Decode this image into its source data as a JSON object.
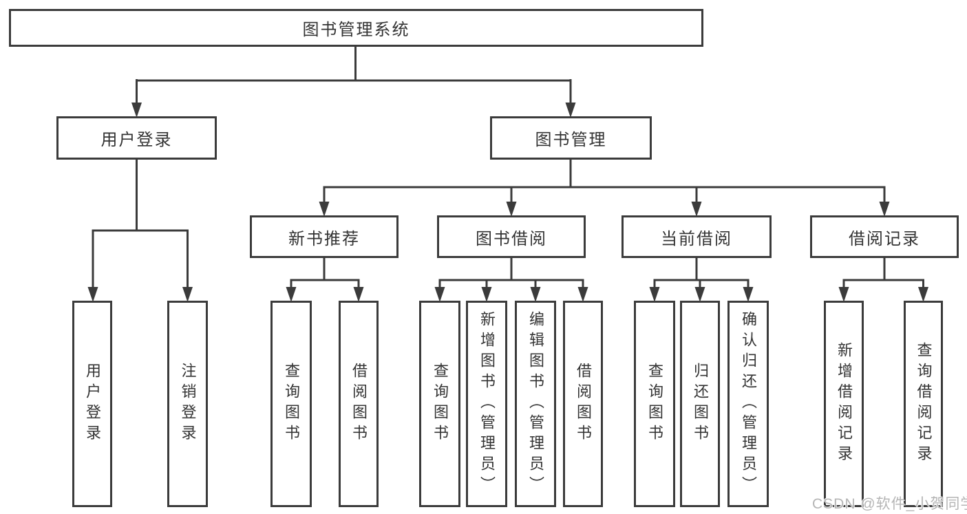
{
  "diagram_title": "图书管理系统",
  "colors": {
    "line": "#3b3b3b",
    "box_border": "#3b3b3b",
    "text": "#333333",
    "background": "#ffffff",
    "watermark": "#b5b5b5"
  },
  "tree": {
    "root": {
      "label": "图书管理系统",
      "children": [
        {
          "label": "用户登录",
          "children": [
            {
              "label": "用户登录"
            },
            {
              "label": "注销登录"
            }
          ]
        },
        {
          "label": "图书管理",
          "children": [
            {
              "label": "新书推荐",
              "children": [
                {
                  "label": "查询图书"
                },
                {
                  "label": "借阅图书"
                }
              ]
            },
            {
              "label": "图书借阅",
              "children": [
                {
                  "label": "查询图书"
                },
                {
                  "label": "新增图书（管理员）"
                },
                {
                  "label": "编辑图书（管理员）"
                },
                {
                  "label": "借阅图书"
                }
              ]
            },
            {
              "label": "当前借阅",
              "children": [
                {
                  "label": "查询图书"
                },
                {
                  "label": "归还图书"
                },
                {
                  "label": "确认归还（管理员）"
                }
              ]
            },
            {
              "label": "借阅记录",
              "children": [
                {
                  "label": "新增借阅记录"
                },
                {
                  "label": "查询借阅记录"
                }
              ]
            }
          ]
        }
      ]
    }
  },
  "watermark": {
    "text": "CSDN @软件_小贺同学"
  }
}
